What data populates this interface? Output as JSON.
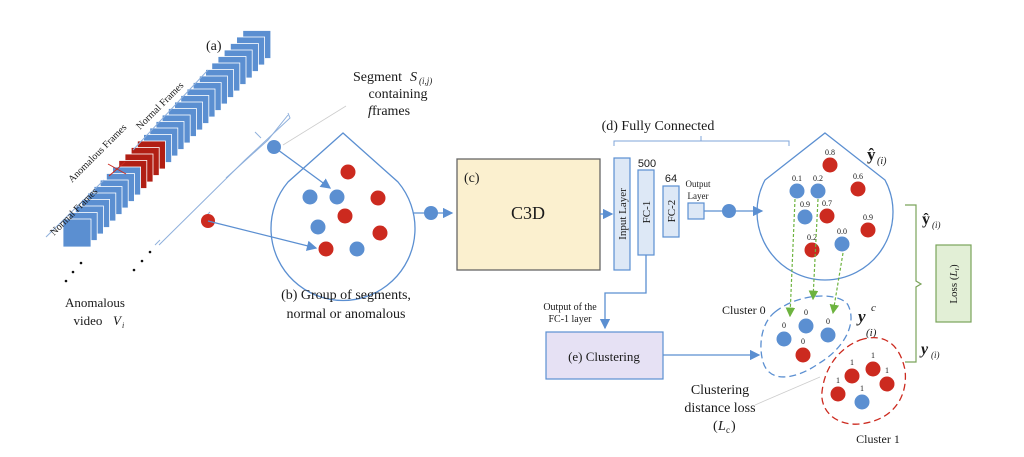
{
  "colors": {
    "normal": "#5b8fd1",
    "anomalous": "#cc2a1f",
    "frame_normal": "#5b8fd1",
    "frame_anomalous": "#b11f14",
    "line": "#5b8fd1",
    "c3d_fill": "#fbf0cf",
    "fc_fill": "#dde8f6",
    "clustering_fill": "#e6e1f4",
    "loss_fill": "#e2efd6",
    "loss_stroke": "#7aa35a",
    "dashed_green": "#6db33f"
  },
  "video": {
    "label_a": "(a)",
    "normal_frames_top": "Normal Frames",
    "anomalous_frames": "Anomalous Frames",
    "normal_frames_bottom": "Normal Frames",
    "caption_line1": "Anomalous",
    "caption_line2": "video",
    "caption_var": "V",
    "caption_sub": "i"
  },
  "segment": {
    "line1_prefix": "Segment ",
    "line1_var": "S",
    "line1_sub": "(i,j)",
    "line2": "containing",
    "line3_var": "f",
    "line3_rest": " frames"
  },
  "group": {
    "caption_line1": "(b) Group of segments,",
    "caption_line2": "normal or anomalous"
  },
  "c3d": {
    "tag": "(c)",
    "label": "C3D"
  },
  "fully_connected": {
    "title": "(d) Fully Connected",
    "input_layer": "Input Layer",
    "fc1": "FC-1",
    "fc1_size": "500",
    "fc2": "FC-2",
    "fc2_size": "64",
    "output_line1": "Output",
    "output_line2": "Layer"
  },
  "fc1_output": {
    "line1": "Output of the",
    "line2": "FC-1 layer"
  },
  "clustering": {
    "label": "(e) Clustering"
  },
  "predictions": {
    "label": "ŷ",
    "sub": "(i)",
    "points": [
      {
        "value": "0.8",
        "kind": "anomalous"
      },
      {
        "value": "0.1",
        "kind": "normal"
      },
      {
        "value": "0.2",
        "kind": "normal"
      },
      {
        "value": "0.6",
        "kind": "anomalous"
      },
      {
        "value": "0.9",
        "kind": "normal"
      },
      {
        "value": "0.7",
        "kind": "anomalous"
      },
      {
        "value": "0.9",
        "kind": "anomalous"
      },
      {
        "value": "0.2",
        "kind": "anomalous"
      },
      {
        "value": "0.0",
        "kind": "normal"
      }
    ]
  },
  "cluster0": {
    "label": "Cluster 0",
    "points": [
      {
        "value": "0",
        "kind": "normal"
      },
      {
        "value": "0",
        "kind": "normal"
      },
      {
        "value": "0",
        "kind": "normal"
      },
      {
        "value": "0",
        "kind": "anomalous"
      }
    ]
  },
  "cluster1": {
    "label": "Cluster 1",
    "points": [
      {
        "value": "1",
        "kind": "anomalous"
      },
      {
        "value": "1",
        "kind": "anomalous"
      },
      {
        "value": "1",
        "kind": "anomalous"
      },
      {
        "value": "1",
        "kind": "anomalous"
      },
      {
        "value": "1",
        "kind": "normal"
      }
    ]
  },
  "cluster_labels": {
    "yc": "y",
    "yc_sup": "c",
    "yc_sub": "(i)"
  },
  "clustering_loss": {
    "line1": "Clustering",
    "line2": "distance loss",
    "line3_var": "L",
    "line3_sub": "c"
  },
  "loss": {
    "yhat": "ŷ",
    "yhat_sub": "(i)",
    "y": "y",
    "y_sub": "(i)",
    "box_prefix": "Loss (",
    "box_var": "L",
    "box_sub": "r",
    "box_suffix": ")"
  }
}
